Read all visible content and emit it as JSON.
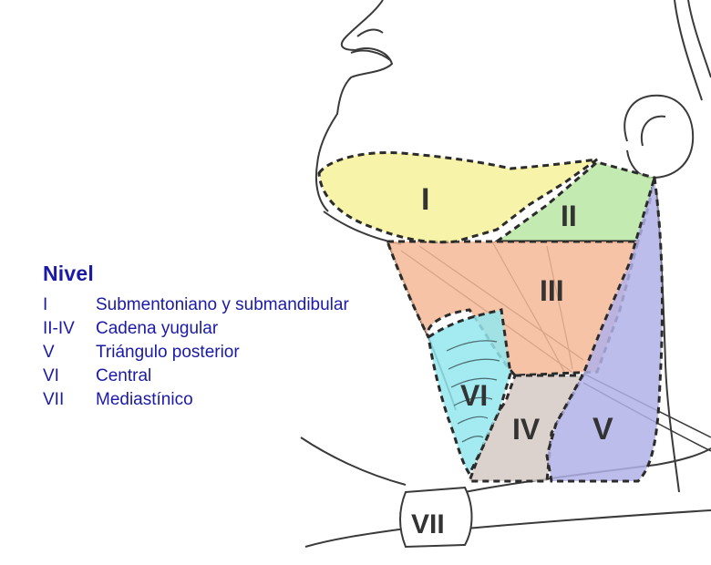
{
  "legend": {
    "title": "Nivel",
    "rows": [
      {
        "code": "I",
        "label": "Submentoniano y submandibular"
      },
      {
        "code": "II-IV",
        "label": "Cadena yugular"
      },
      {
        "code": "V",
        "label": "Triángulo posterior"
      },
      {
        "code": "VI",
        "label": "Central"
      },
      {
        "code": "VII",
        "label": "Mediastínico"
      }
    ]
  },
  "diagram": {
    "levels": [
      {
        "id": "I",
        "label": "I",
        "color": "#f6f29a"
      },
      {
        "id": "II",
        "label": "II",
        "color": "#b8e6a2"
      },
      {
        "id": "III",
        "label": "III",
        "color": "#f4b896"
      },
      {
        "id": "IV",
        "label": "IV",
        "color": "#d5c9c4"
      },
      {
        "id": "V",
        "label": "V",
        "color": "#b1b1e8"
      },
      {
        "id": "VI",
        "label": "VI",
        "color": "#93e6ee"
      },
      {
        "id": "VII",
        "label": "VII",
        "color": "#ffffff"
      }
    ]
  },
  "colors": {
    "legend_text": "#1a1aa6",
    "outline": "#3a3a3a"
  }
}
